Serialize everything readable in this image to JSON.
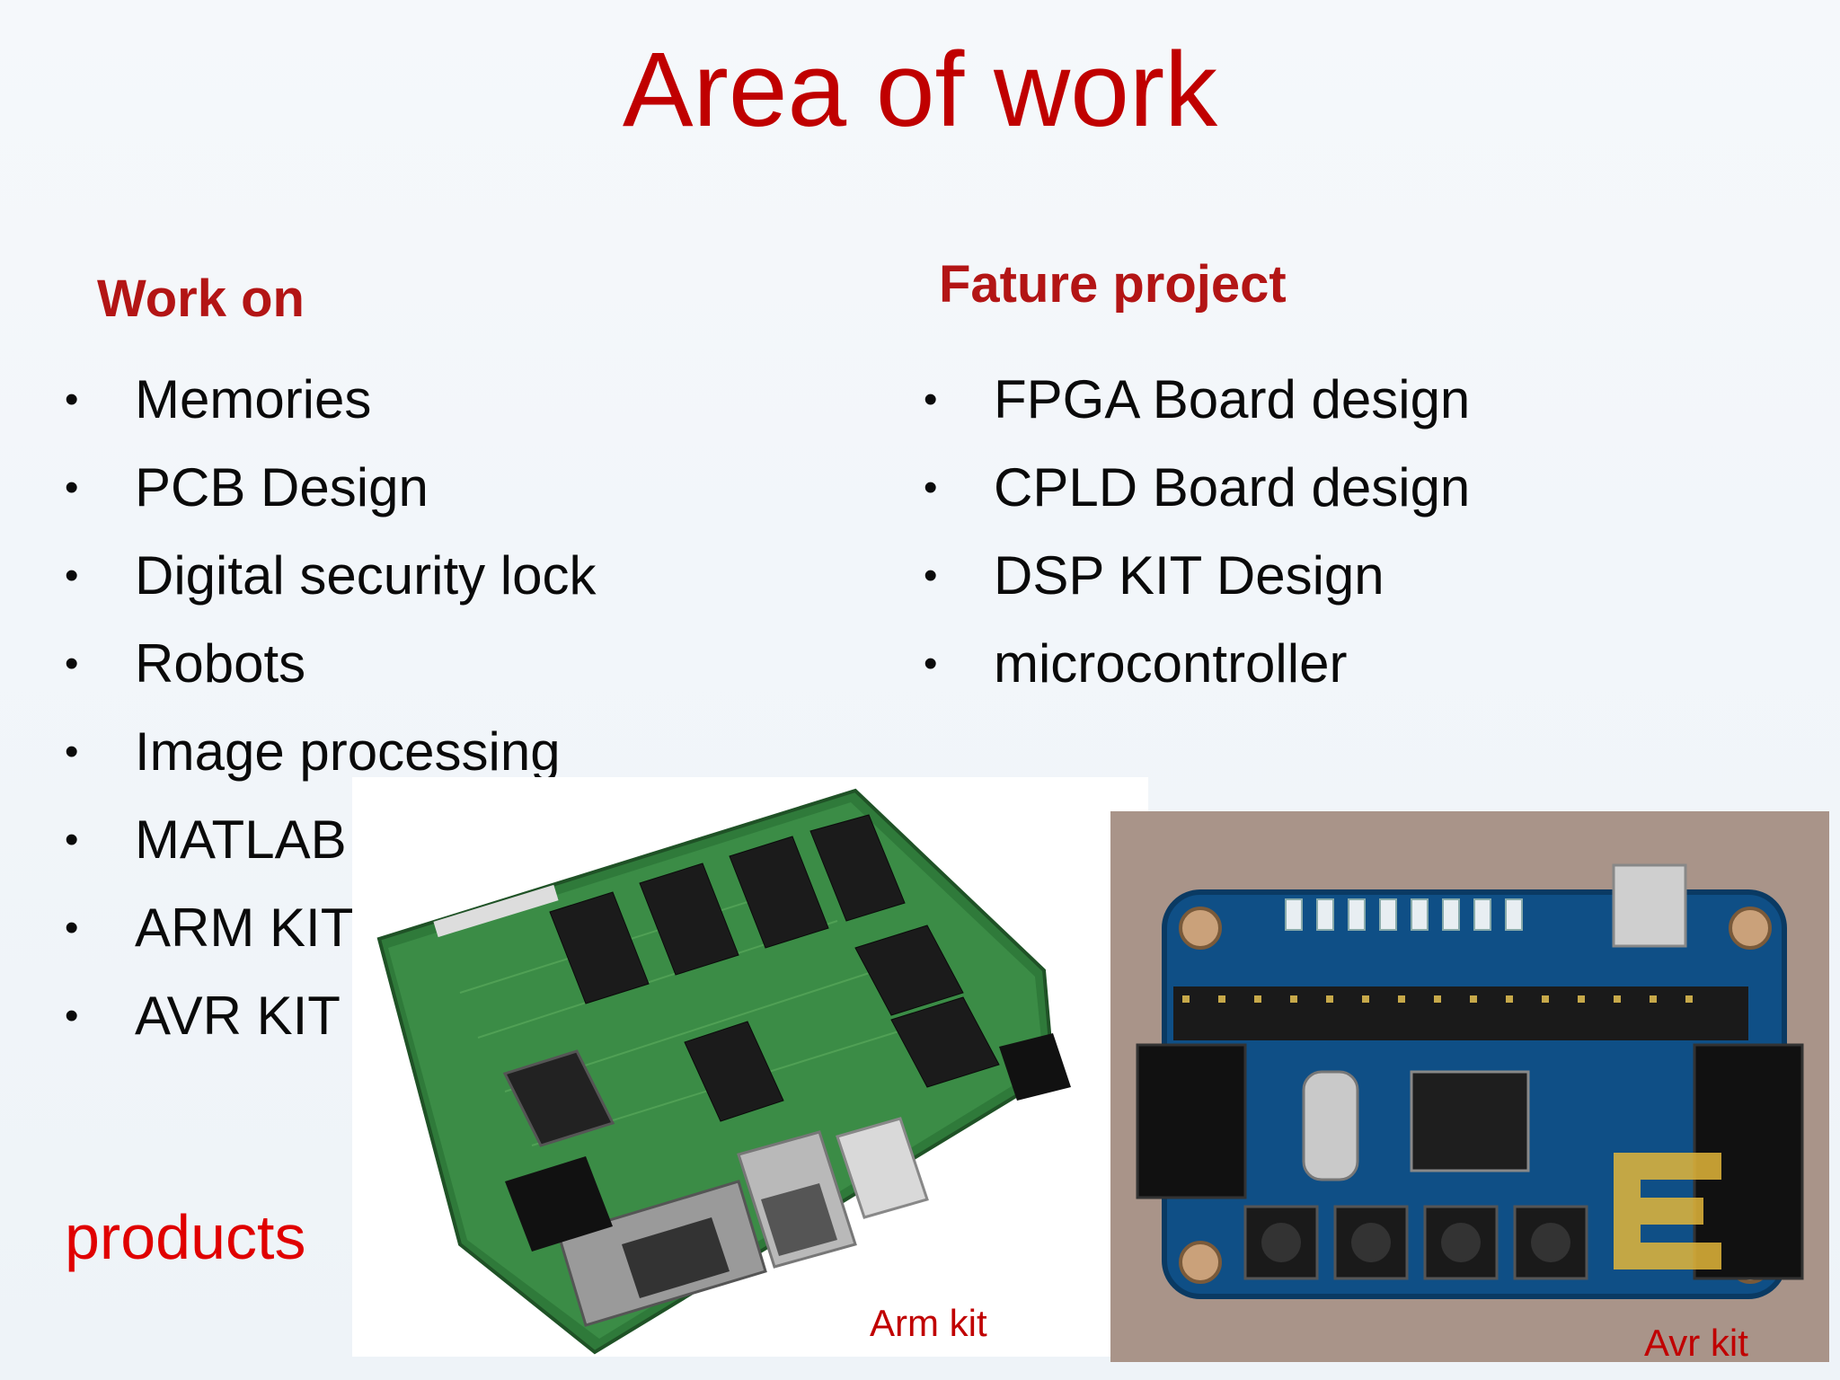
{
  "slide": {
    "title": "Area of work",
    "left_column": {
      "heading": "Work on",
      "items": [
        "Memories",
        "PCB Design",
        "Digital security lock",
        "Robots",
        "Image processing",
        "MATLAB",
        "ARM KIT",
        "AVR KIT"
      ]
    },
    "right_column": {
      "heading": "Fature project",
      "items": [
        "FPGA Board design",
        "CPLD Board design",
        "DSP KIT Design",
        "microcontroller"
      ]
    },
    "products_label": "products",
    "bullet_char": "•",
    "images": {
      "arm": {
        "caption": "Arm kit"
      },
      "avr": {
        "caption": "Avr kit"
      }
    }
  }
}
